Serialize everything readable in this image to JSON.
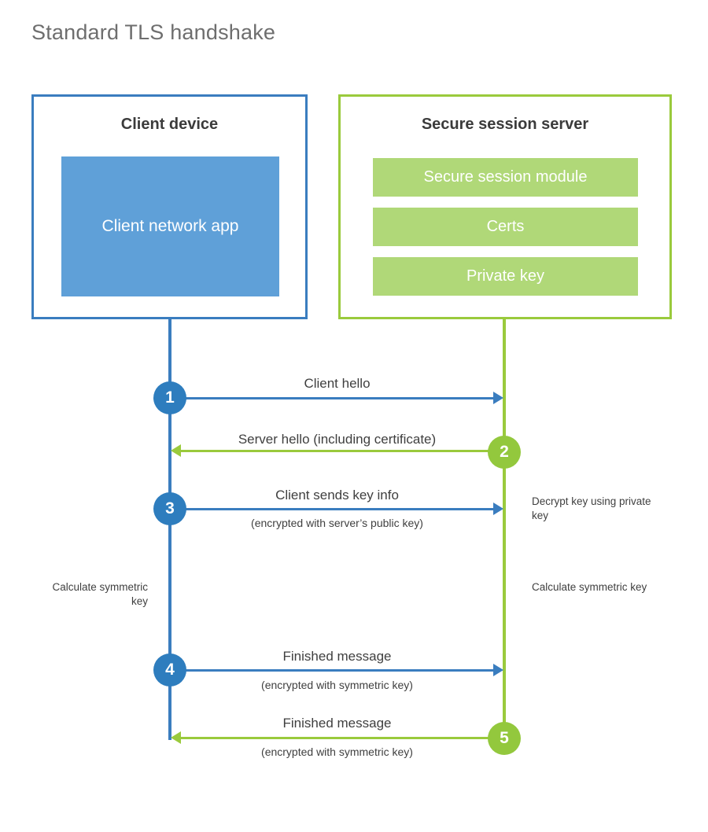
{
  "title": "Standard TLS handshake",
  "colors": {
    "blue_border": "#3A7DBF",
    "blue_fill": "#5FA0D8",
    "blue_circle": "#2E7DBE",
    "green_border": "#9ACA3C",
    "green_fill": "#B0D878",
    "green_circle": "#93C83D",
    "title_text": "#6e6e6e",
    "body_text": "#3f3f3f",
    "background": "#ffffff"
  },
  "client": {
    "title": "Client device",
    "app_label": "Client network app"
  },
  "server": {
    "title": "Secure session server",
    "components": [
      {
        "label": "Secure session module"
      },
      {
        "label": "Certs"
      },
      {
        "label": "Private key"
      }
    ]
  },
  "steps": [
    {
      "number": "1",
      "label": "Client hello",
      "sublabel": "",
      "direction": "client-to-server",
      "color": "blue"
    },
    {
      "number": "2",
      "label": "Server hello (including certificate)",
      "sublabel": "",
      "direction": "server-to-client",
      "color": "green"
    },
    {
      "number": "3",
      "label": "Client sends key info",
      "sublabel": "(encrypted with server’s public key)",
      "direction": "client-to-server",
      "color": "blue"
    },
    {
      "number": "4",
      "label": "Finished message",
      "sublabel": "(encrypted with symmetric key)",
      "direction": "client-to-server",
      "color": "blue"
    },
    {
      "number": "5",
      "label": "Finished message",
      "sublabel": "(encrypted with symmetric key)",
      "direction": "server-to-client",
      "color": "green"
    }
  ],
  "annotations": {
    "server_decrypt": "Decrypt key using private key",
    "client_calculate": "Calculate symmetric key",
    "server_calculate": "Calculate symmetric key"
  }
}
